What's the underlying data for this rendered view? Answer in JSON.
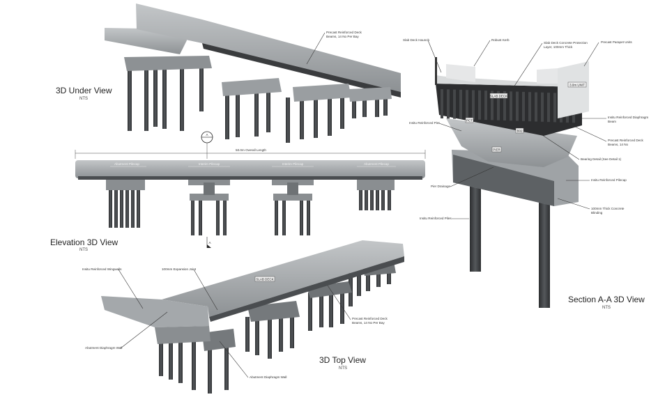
{
  "views": {
    "under": {
      "title": "3D Under View",
      "scale": "NTS",
      "labels": {
        "deck_beams_1": "Precast Reinforced Deck",
        "deck_beams_2": "Beams, 14 No Per Bay"
      }
    },
    "elevation": {
      "title": "Elevation 3D View",
      "scale": "NTS",
      "overall_length": "50.0m Overall Length",
      "section_marker": "A",
      "pilecaps": [
        "Abutment Pilecap",
        "Interim Pilecap",
        "Interim Pilecap",
        "Abutment Pilecap"
      ]
    },
    "top": {
      "title": "3D Top View",
      "scale": "NTS",
      "labels": {
        "wingwalls": "Insitu Reinforced Wingwalls",
        "expansion_joint": "100mm Expansion Joint",
        "slab_deck": "SLAB DECK",
        "deck_beams_1": "Precast Reinforced Deck",
        "deck_beams_2": "Beams, 14 No Per Bay",
        "abutment_wall_left": "Abutment Diaphragm Wall",
        "abutment_wall_bottom": "Abutment Diaphragm Wall"
      }
    },
    "section": {
      "title": "Section A-A 3D View",
      "scale": "NTS",
      "labels": {
        "haunch": "Slab Deck Haunch",
        "kerb": "Robust Kerb",
        "protection_1": "Slab Deck Concrete Protection",
        "protection_2": "Layer, 100mm Thick",
        "parapet": "Precast Parapet Units",
        "unit": "3.0m UNIT",
        "slab_deck": "SLAB DECK",
        "diaphragm_1": "Insitu Reinforced Diaphragm",
        "diaphragm_2": "Beam",
        "pier": "Insitu Reinforced Pier",
        "pct": "PCT",
        "b02": "B02",
        "pier_tag": "PIER",
        "beams_1": "Precast Reinforced Deck",
        "beams_2": "Beams, 14 No",
        "bearing": "Bearing Detail (See Detail 1)",
        "pilecap": "Insitu Reinforced Pilecap",
        "drainage": "Pier Drainage",
        "blinding_1": "100mm Thick Concrete",
        "blinding_2": "Blinding",
        "piles": "Insitu Reinforced Piles"
      }
    }
  }
}
